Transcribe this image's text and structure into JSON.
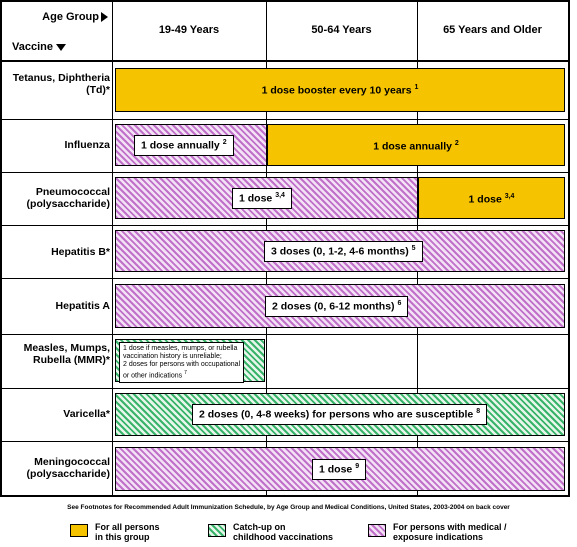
{
  "header": {
    "age_group_label": "Age Group",
    "vaccine_label": "Vaccine",
    "columns": [
      "19-49 Years",
      "50-64 Years",
      "65 Years and Older"
    ]
  },
  "rows": [
    {
      "label": "Tetanus, Diphtheria (Td)*"
    },
    {
      "label": "Influenza"
    },
    {
      "label": "Pneumococcal (polysaccharide)"
    },
    {
      "label": "Hepatitis B*"
    },
    {
      "label": "Hepatitis A"
    },
    {
      "label": "Measles, Mumps, Rubella (MMR)*"
    },
    {
      "label": "Varicella*"
    },
    {
      "label": "Meningococcal (polysaccharide)"
    }
  ],
  "bars": {
    "td": {
      "text": "1 dose booster every 10 years",
      "sup": "1",
      "color": "yellow"
    },
    "flu_young": {
      "text": "1 dose annually",
      "sup": "2",
      "color": "purple"
    },
    "flu_old": {
      "text": "1 dose annually",
      "sup": "2",
      "color": "yellow"
    },
    "pneumo_young": {
      "text": "1 dose",
      "sup": "3,4",
      "color": "purple"
    },
    "pneumo_old": {
      "text": "1 dose",
      "sup": "3,4",
      "color": "yellow"
    },
    "hepb": {
      "text": "3 doses (0, 1-2, 4-6 months)",
      "sup": "5",
      "color": "purple"
    },
    "hepa": {
      "text": "2 doses (0, 6-12 months)",
      "sup": "6",
      "color": "purple"
    },
    "mmr": {
      "lines": [
        "1 dose if measles, mumps, or rubella",
        "vaccination history is unreliable;",
        "2 doses for persons with occupational",
        "or other indications"
      ],
      "sup": "7",
      "color": "green"
    },
    "varicella": {
      "text": "2 doses (0, 4-8 weeks) for persons who are susceptible",
      "sup": "8",
      "color": "green"
    },
    "mening": {
      "text": "1 dose",
      "sup": "9",
      "color": "purple"
    }
  },
  "footnote": "See Footnotes for Recommended Adult Immunization Schedule, by Age Group and Medical Conditions, United States, 2003-2004 on back cover",
  "legend": [
    {
      "lines": [
        "For all persons",
        "in this group"
      ],
      "color": "#f5c300"
    },
    {
      "lines": [
        "Catch-up on",
        "childhood vaccinations"
      ],
      "color": "#38b36a"
    },
    {
      "lines": [
        "For persons with medical /",
        "exposure indications"
      ],
      "color": "#c070c8"
    }
  ]
}
